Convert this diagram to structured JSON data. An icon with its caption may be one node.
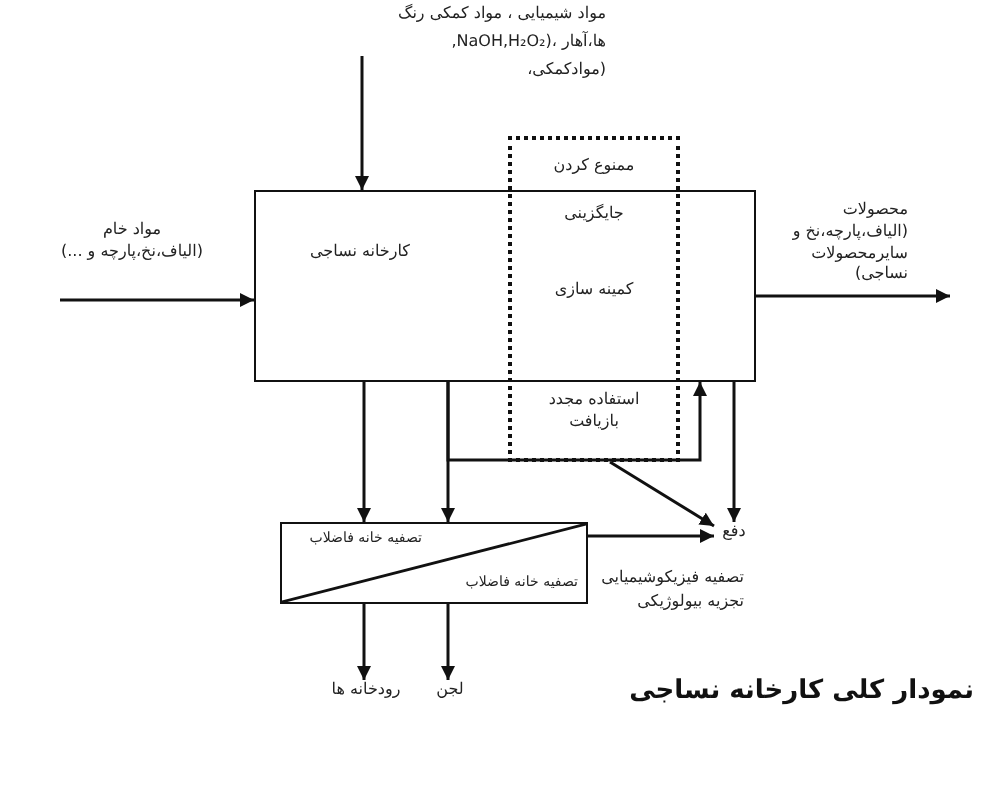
{
  "diagram": {
    "title": "نمودار کلی کارخانه نساجی",
    "nodes": [
      {
        "text": [
          "مواد شیمیایی ، مواد کمکی رنگ ها،آهار ،(NaOH,H₂O₂, (موادکمکی،"
        ]
      },
      {
        "text": [
          "مواد خام (الیاف،نخ،پارچه و ...)"
        ]
      },
      {
        "text": [
          "کارخانه نساجی"
        ]
      },
      {
        "text": [
          "ممنوع کردن",
          "جایگزینی",
          "کمینه سازی",
          "استفاده مجدد بازیافت"
        ]
      },
      {
        "text": [
          "محصولات (الیاف،پارچه،نخ و سایرمحصولات نساجی)"
        ]
      },
      {
        "text": [
          "تصفیه خانه فاضلاب",
          "تصفیه خانه فاضلاب"
        ]
      },
      {
        "text": [
          "دفع"
        ]
      },
      {
        "text": [
          "رودخانه ها"
        ]
      },
      {
        "text": [
          "لجن"
        ]
      }
    ],
    "edges": [
      {
        "from": 0,
        "to": 2,
        "arrow": "to"
      },
      {
        "from": 1,
        "to": 2,
        "arrow": "to"
      },
      {
        "from": 2,
        "to": 4,
        "arrow": "to"
      },
      {
        "from": 2,
        "to": 5,
        "arrow": "to"
      },
      {
        "from": 2,
        "to": 5,
        "arrow": "to"
      },
      {
        "from": 2,
        "to": 2,
        "arrow": "to"
      },
      {
        "from": 2,
        "to": 6,
        "arrow": "to"
      },
      {
        "from": 3,
        "to": 6,
        "arrow": "to"
      },
      {
        "from": 5,
        "to": 6,
        "arrow": "to"
      },
      {
        "from": 5,
        "to": 7,
        "arrow": "to"
      },
      {
        "from": 5,
        "to": 8,
        "arrow": "to"
      }
    ],
    "labels": [
      "تصفیه فیزیکوشیمیایی",
      "تجزیه بیولوژیکی"
    ]
  }
}
